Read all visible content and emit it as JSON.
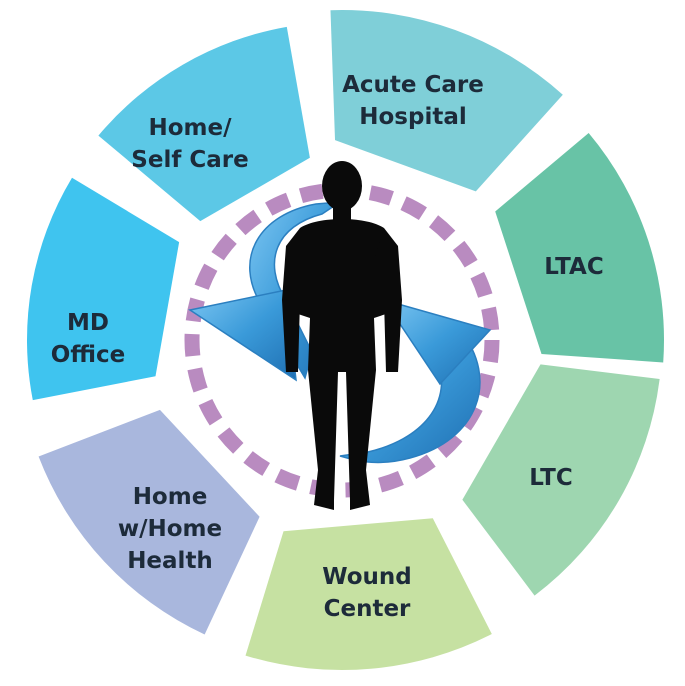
{
  "segments": [
    {
      "id": "acute-care-hospital",
      "lines": [
        "Acute Care",
        "Hospital"
      ],
      "color": "#7fcfd8"
    },
    {
      "id": "ltac",
      "lines": [
        "LTAC"
      ],
      "color": "#68c3a6"
    },
    {
      "id": "ltc",
      "lines": [
        "LTC"
      ],
      "color": "#9ed6b0"
    },
    {
      "id": "wound-center",
      "lines": [
        "Wound",
        "Center"
      ],
      "color": "#c6e1a2"
    },
    {
      "id": "home-w-home-health",
      "lines": [
        "Home",
        "w/Home",
        "Health"
      ],
      "color": "#a9b7dd"
    },
    {
      "id": "md-office",
      "lines": [
        "MD",
        "Office"
      ],
      "color": "#3fc4ef"
    },
    {
      "id": "home-self-care",
      "lines": [
        "Home/",
        "Self Care"
      ],
      "color": "#5cc8e6"
    }
  ],
  "colors": {
    "ring_dash": "#b98bc0",
    "arrow": "#3a9ad9",
    "silhouette": "#0a0a0a"
  }
}
